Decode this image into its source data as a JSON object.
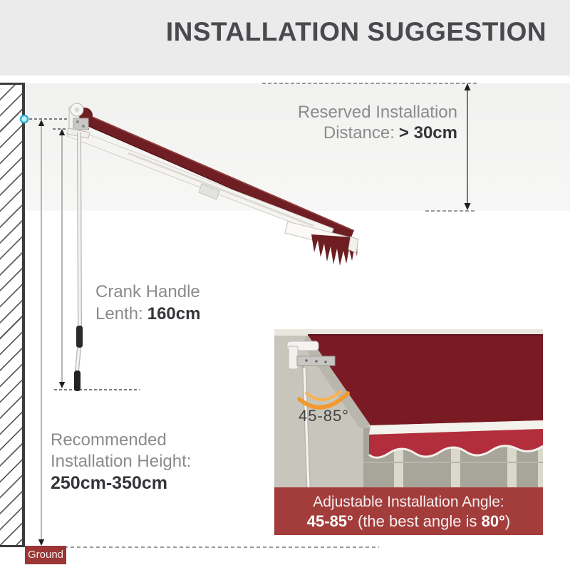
{
  "title": "INSTALLATION SUGGESTION",
  "measurements": {
    "reserved_distance": {
      "label_line1": "Reserved Installation",
      "label_line2": "Distance:",
      "value": "> 30cm"
    },
    "crank_handle": {
      "label_line1": "Crank Handle",
      "label_line2": "Lenth:",
      "value": "160cm"
    },
    "install_height": {
      "label_line1": "Recommended",
      "label_line2": "Installation Height:",
      "value": "250cm-350cm"
    },
    "ground": "Ground"
  },
  "inset": {
    "angle_label": "45-85°",
    "caption": {
      "line1": "Adjustable Installation Angle:",
      "range_bold": "45-85°",
      "mid_text": " (the best angle is ",
      "best_bold": "80°",
      "suffix": ")"
    }
  },
  "colors": {
    "title_text": "#4b484e",
    "band_gray": "#ebebeb",
    "canopy_dark_red": "#7a1a23",
    "valance_red": "#b22e3c",
    "caption_red": "#a33d3c",
    "ground_red": "#9c3636",
    "anchor_cyan": "#2ab5d6",
    "arc_orange": "#f2992f"
  }
}
